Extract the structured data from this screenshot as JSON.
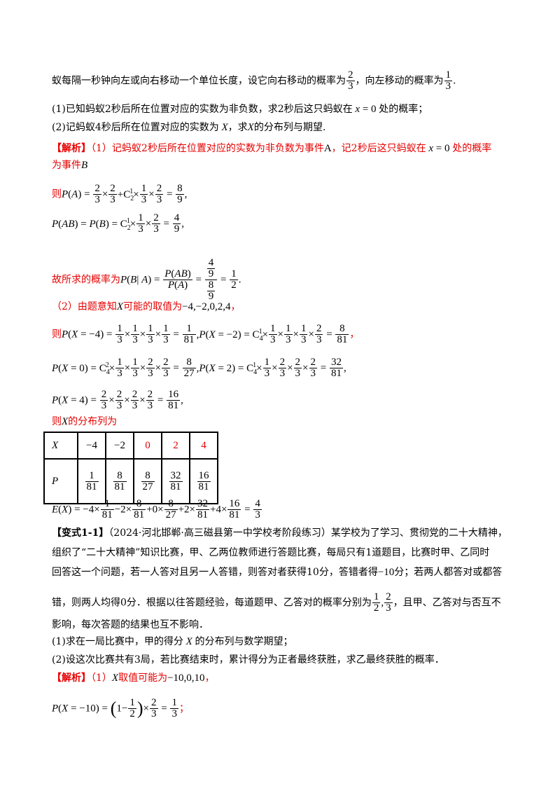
{
  "intro": {
    "line1": "蚁每隔一秒钟向左或向右移动一个单位长度，设它向右移动的概率为",
    "line1_mid": "，向左移动的概率为",
    "q1": "(1)已知蚂蚁2秒后所在位置对应的实数为非负数，求2秒后这只蚂蚁在",
    "q1_tail": "处的概率；",
    "q2": "(2)记蚂蚁4秒后所在位置对应的实数为",
    "q2_mid": "，求",
    "q2_tail": "的分布列与期望."
  },
  "solution1": {
    "tag": "【解析】",
    "part1": "（1）记蚂蚁2秒后所在位置对应的实数为非负数为事件",
    "part1_b": "，记2秒后这只蚂蚁在",
    "part1_c": "处的概率",
    "part1_d": "为事件",
    "then": "则",
    "conclude": "故所求的概率为",
    "part2": "（2）由题意知",
    "part2_b": "可能的取值为",
    "values_list": "−4,−2,0,2,4",
    "then2": "则",
    "dist_intro": "则",
    "dist_intro_b": "的分布列为"
  },
  "table": {
    "x_label": "X",
    "p_label": "P",
    "x_values": [
      "−4",
      "−2",
      "0",
      "2",
      "4"
    ],
    "x_colors": [
      "#000000",
      "#000000",
      "#e60000",
      "#e60000",
      "#e60000"
    ],
    "p_values": [
      [
        "1",
        "81"
      ],
      [
        "8",
        "81"
      ],
      [
        "8",
        "27"
      ],
      [
        "32",
        "81"
      ],
      [
        "16",
        "81"
      ]
    ]
  },
  "variant": {
    "tag": "【变式1-1】",
    "source": "（2024·河北邯郸·高三磁县第一中学校考阶段练习）某学校为了学习、贯彻党的二十大精神，",
    "line2": "组织了“二十大精神”知识比赛，甲、乙两位教师进行答题比赛，每局只有1道题目，比赛时甲、乙同时",
    "line3": "回答这一个问题，若一人答对且另一人答错，则答对者获得10分，答错者得",
    "line3_tail": "分；若两人都答对或都答",
    "line4": "错，则两人均得0分．根据以往答题经验，每道题甲、乙答对的概率分别为",
    "line4_tail": "，且甲、乙答对与否互不",
    "line5": "影响，每次答题的结果也互不影响．",
    "q1": "(1)求在一局比赛中，甲的得分",
    "q1_tail": "的分布列与数学期望；",
    "q2": "(2)设这次比赛共有3局，若比赛结束时，累计得分为正者最终获胜，求乙最终获胜的概率．",
    "sol_tag": "【解析】",
    "sol_a": "（1）",
    "sol_b": "取值可能为",
    "sol_values": "−10,0,10"
  }
}
